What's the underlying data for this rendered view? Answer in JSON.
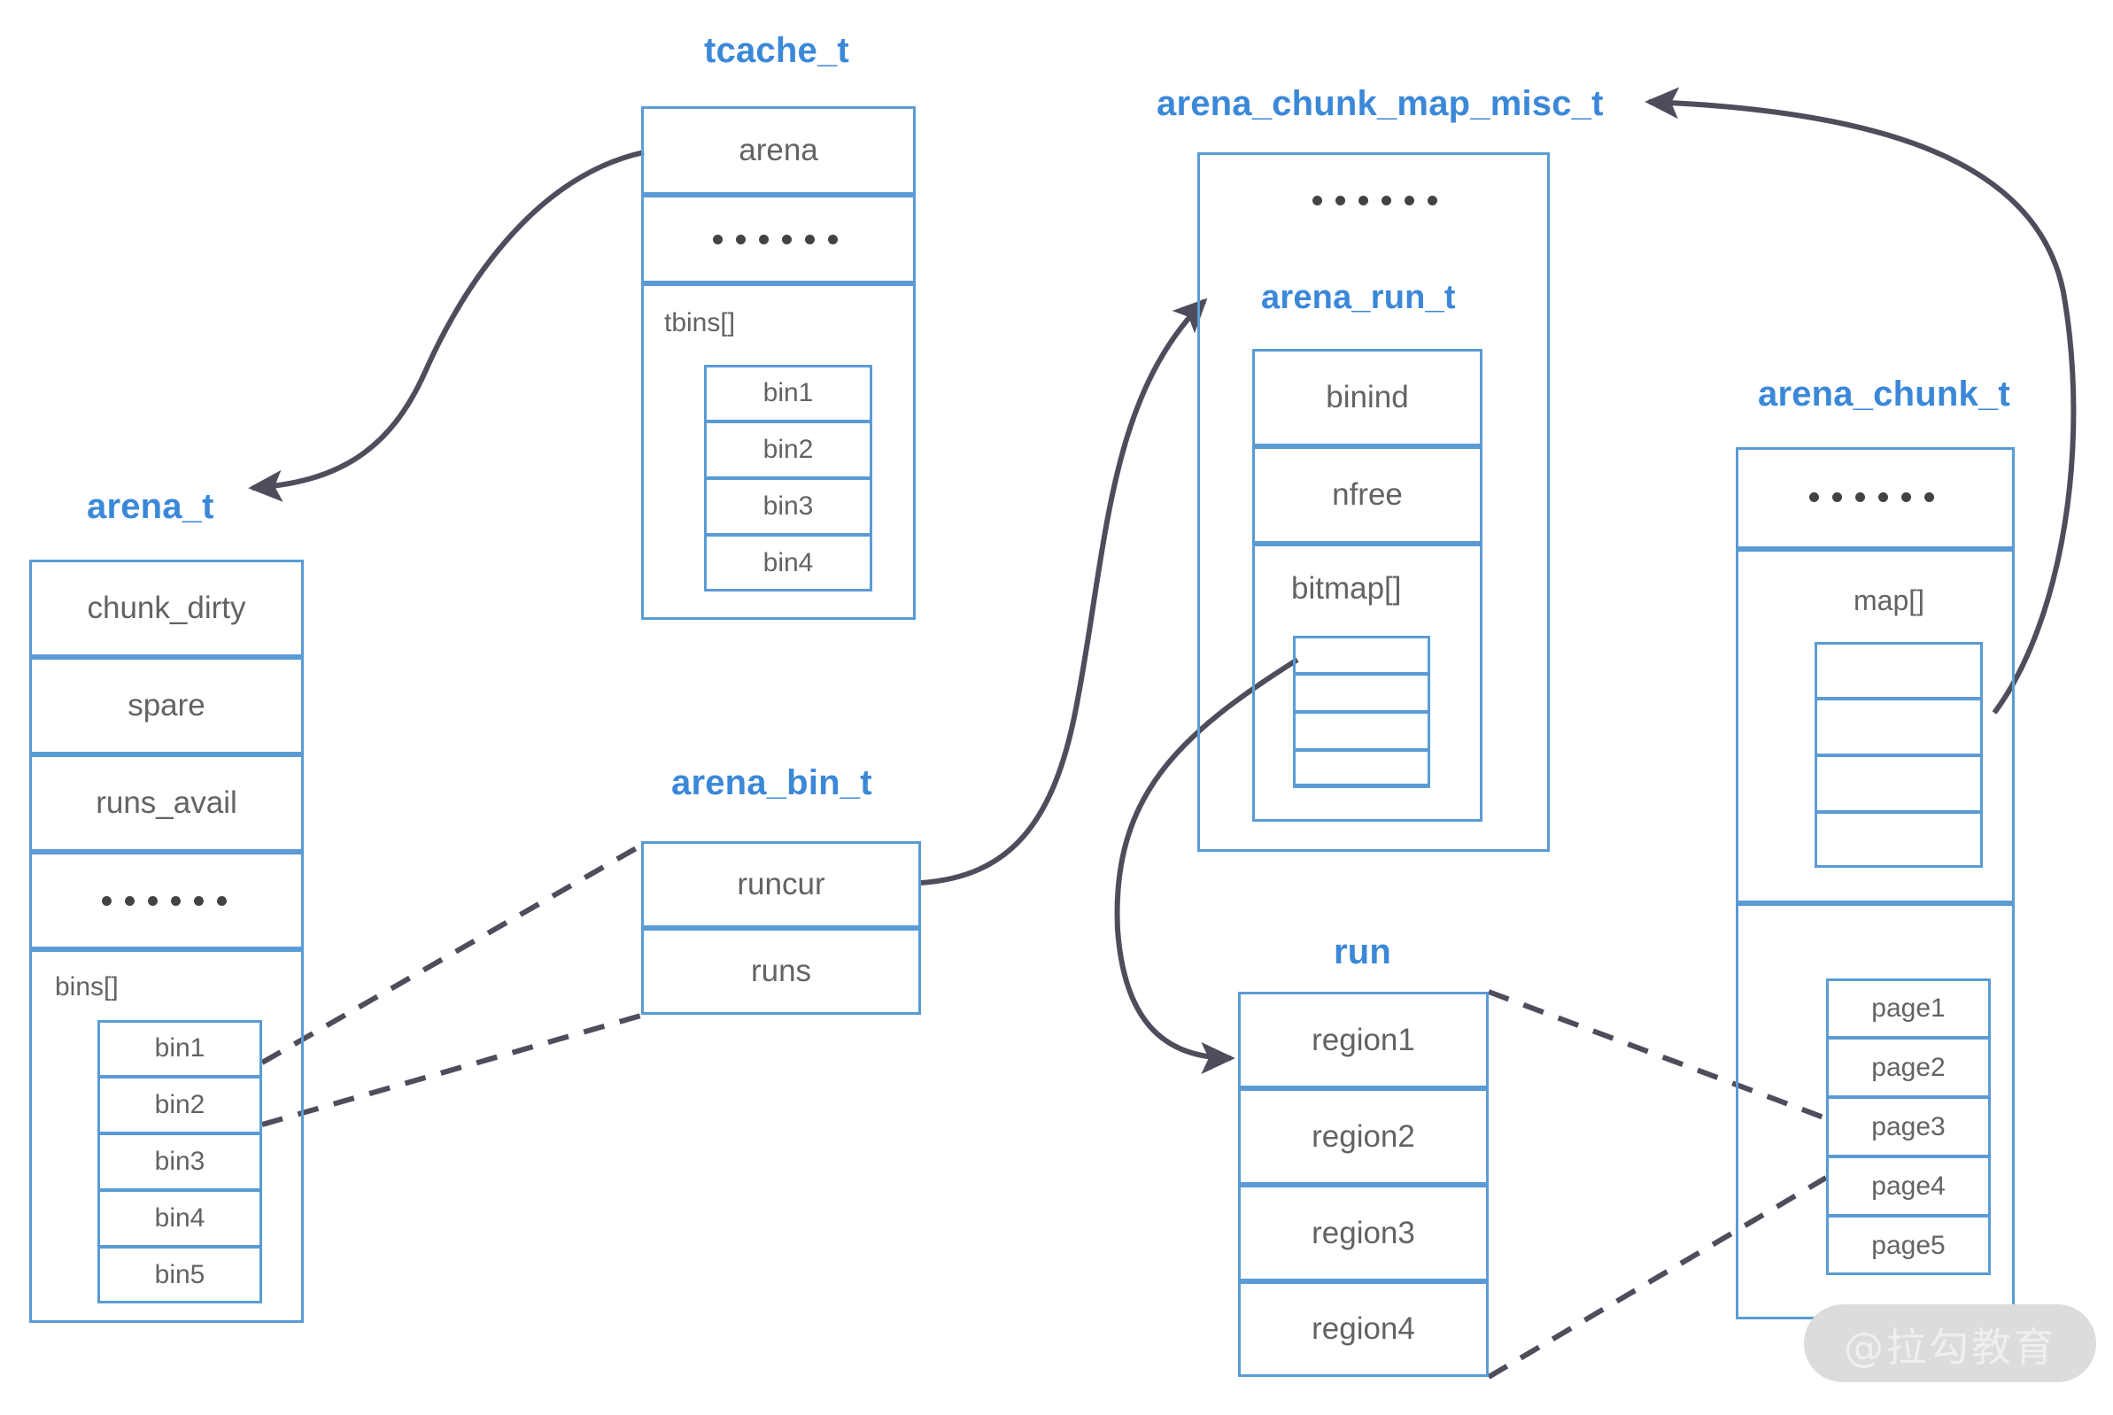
{
  "diagram": {
    "title_color": "#3b88d8",
    "box_color": "#5b9bd5",
    "text_color": "#636363",
    "arrow_color": "#4d4d5c",
    "ellipsis": "......"
  },
  "structs": {
    "tcache_t": {
      "title": "tcache_t",
      "fields": [
        {
          "label": "arena"
        },
        {
          "label": "......"
        }
      ],
      "array_label": "tbins[]",
      "array_items": [
        "bin1",
        "bin2",
        "bin3",
        "bin4"
      ]
    },
    "arena_t": {
      "title": "arena_t",
      "fields": [
        {
          "label": "chunk_dirty"
        },
        {
          "label": "spare"
        },
        {
          "label": "runs_avail"
        },
        {
          "label": "......"
        }
      ],
      "array_label": "bins[]",
      "array_items": [
        "bin1",
        "bin2",
        "bin3",
        "bin4",
        "bin5"
      ]
    },
    "arena_bin_t": {
      "title": "arena_bin_t",
      "fields": [
        {
          "label": "runcur"
        },
        {
          "label": "runs"
        }
      ]
    },
    "arena_chunk_map_misc_t": {
      "title": "arena_chunk_map_misc_t",
      "fields": [
        {
          "label": "......"
        }
      ]
    },
    "arena_run_t": {
      "title": "arena_run_t",
      "fields": [
        {
          "label": "binind"
        },
        {
          "label": "nfree"
        }
      ],
      "array_label": "bitmap[]",
      "array_items": [
        "",
        "",
        "",
        ""
      ]
    },
    "run": {
      "title": "run",
      "fields": [
        {
          "label": "region1"
        },
        {
          "label": "region2"
        },
        {
          "label": "region3"
        },
        {
          "label": "region4"
        }
      ]
    },
    "arena_chunk_t": {
      "title": "arena_chunk_t",
      "fields": [
        {
          "label": "......"
        }
      ],
      "map_label": "map[]",
      "map_items": [
        "",
        "",
        "",
        ""
      ],
      "pages": [
        "page1",
        "page2",
        "page3",
        "page4",
        "page5"
      ]
    }
  },
  "watermark": {
    "text": "@拉勾教育"
  }
}
